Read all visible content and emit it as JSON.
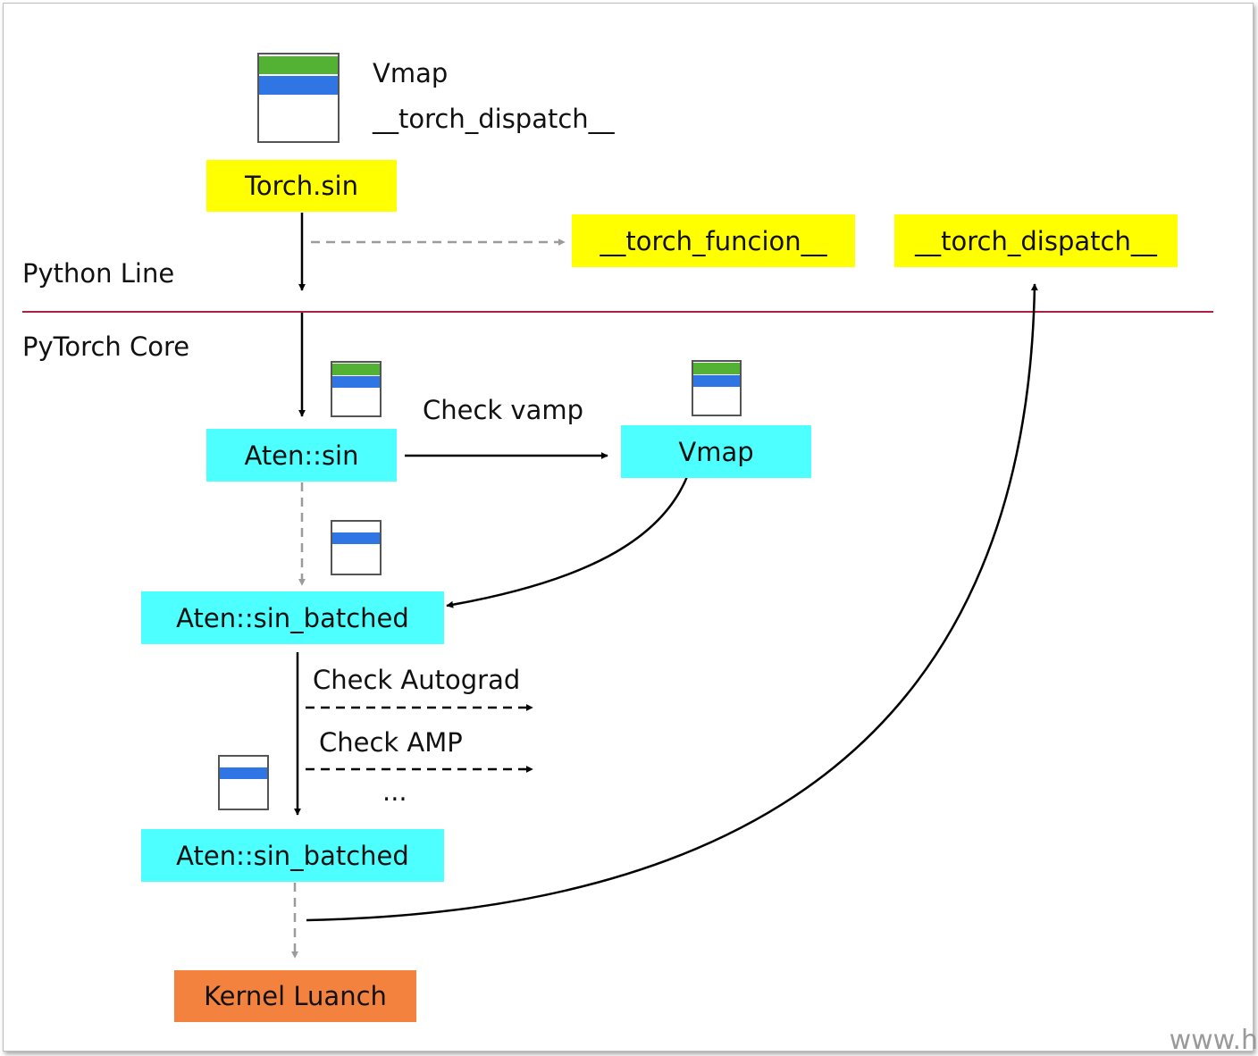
{
  "legend": {
    "vmap_label": "Vmap",
    "dispatch_label": "__torch_dispatch__"
  },
  "sections": {
    "python_line": "Python Line",
    "pytorch_core": "PyTorch Core"
  },
  "nodes": {
    "torch_sin": "Torch.sin",
    "torch_function": "__torch_funcion__",
    "torch_dispatch": "__torch_dispatch__",
    "aten_sin": "Aten::sin",
    "vmap": "Vmap",
    "aten_sin_batched_1": "Aten::sin_batched",
    "aten_sin_batched_2": "Aten::sin_batched",
    "kernel_launch": "Kernel Luanch"
  },
  "edge_labels": {
    "check_vmap": "Check vamp",
    "check_autograd": "Check Autograd",
    "check_amp": "Check AMP",
    "ellipsis": "..."
  },
  "colors": {
    "python_box": "#ffff00",
    "core_box": "#4dffff",
    "kernel_box": "#f4823f",
    "divider": "#b0203c",
    "stack_green": "#53b233",
    "stack_blue": "#2f75e4"
  },
  "watermark": "www.h"
}
